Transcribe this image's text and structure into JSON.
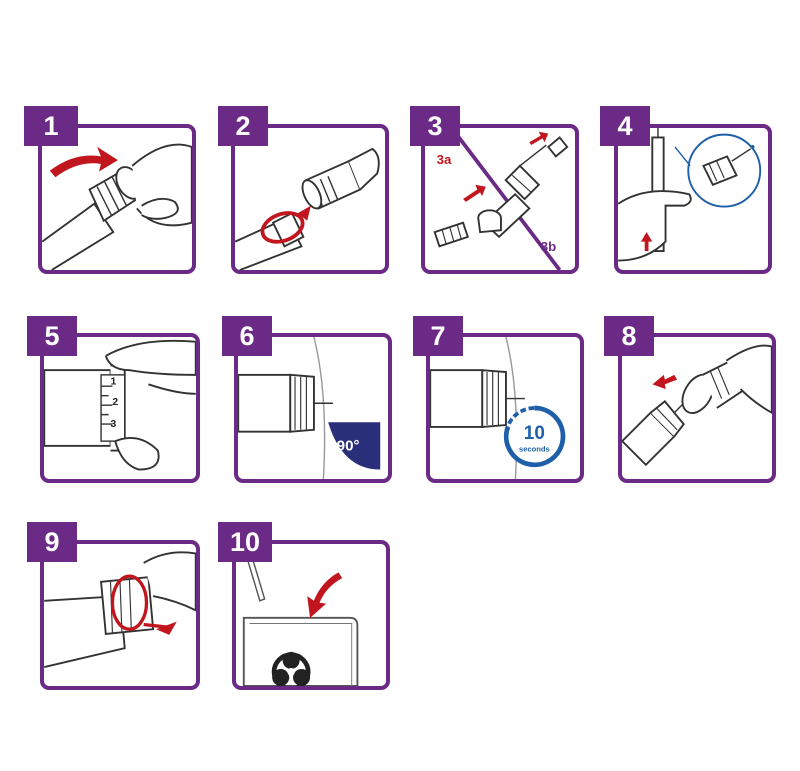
{
  "steps": [
    {
      "number": "1"
    },
    {
      "number": "2"
    },
    {
      "number": "3",
      "labels": [
        "3a",
        "3b"
      ]
    },
    {
      "number": "4"
    },
    {
      "number": "5",
      "dose_marks": [
        "1",
        "2",
        "3"
      ]
    },
    {
      "number": "6",
      "angle_label": "90°"
    },
    {
      "number": "7",
      "timer_value": "10",
      "timer_unit": "seconds"
    },
    {
      "number": "8"
    },
    {
      "number": "9"
    },
    {
      "number": "10"
    }
  ],
  "colors": {
    "frame": "#6b2a86",
    "arrow": "#c2161f",
    "line": "#333333",
    "accent_blue": "#1d5fa8",
    "angle_fill": "#2a2f7a"
  }
}
